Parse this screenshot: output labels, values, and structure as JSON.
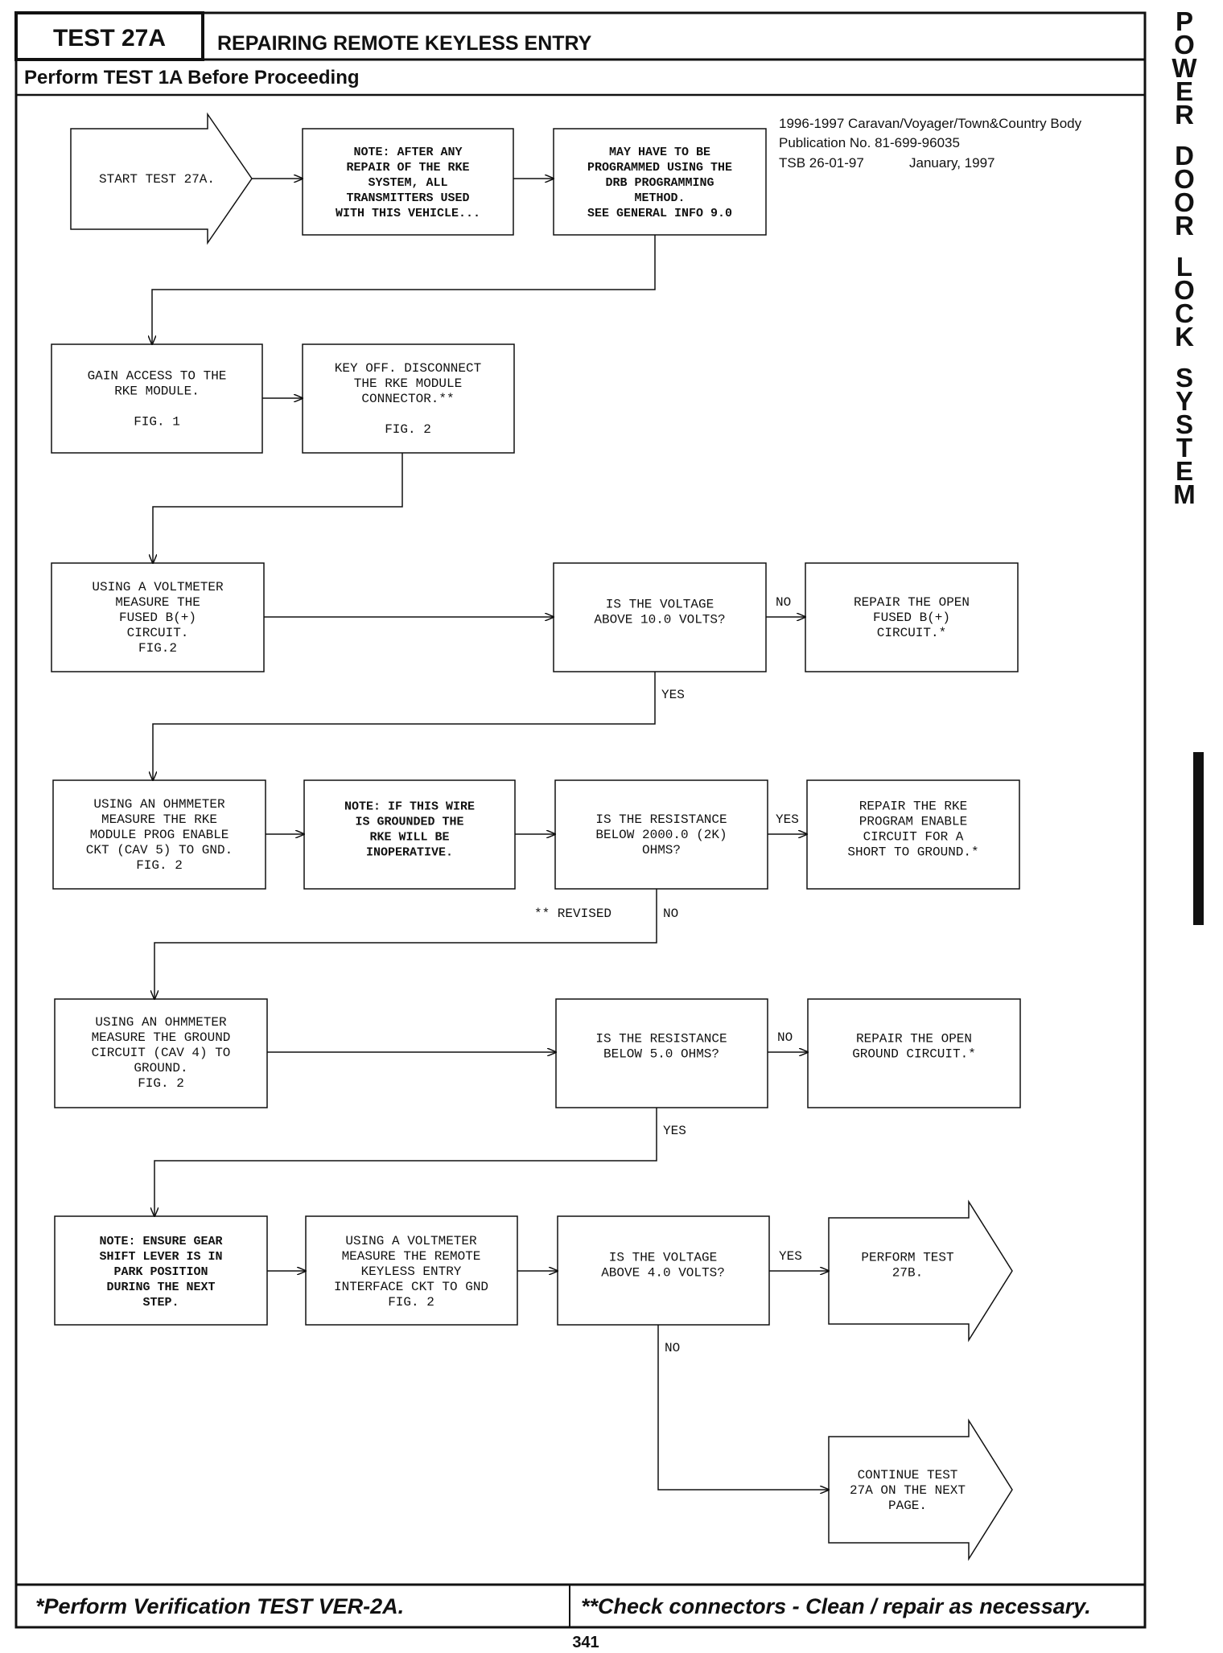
{
  "header": {
    "test_id": "TEST 27A",
    "title": "REPAIRING REMOTE KEYLESS ENTRY",
    "subtitle": "Perform TEST 1A Before Proceeding"
  },
  "publication": {
    "line1": "1996-1997 Caravan/Voyager/Town&Country Body",
    "line2": "Publication No. 81-699-96035",
    "line3_tsb": "TSB 26-01-97",
    "line3_date": "January, 1997"
  },
  "side_title": "POWER DOOR LOCK SYSTEM",
  "nodes": {
    "start": [
      "START TEST 27A."
    ],
    "note_repair": [
      "NOTE: AFTER ANY",
      "REPAIR OF THE RKE",
      "SYSTEM, ALL",
      "TRANSMITTERS USED",
      "WITH THIS VEHICLE..."
    ],
    "may_program": [
      "MAY HAVE TO BE",
      "PROGRAMMED USING THE",
      "DRB PROGRAMMING",
      "METHOD.",
      "SEE GENERAL INFO 9.0"
    ],
    "gain_access": [
      "GAIN ACCESS TO THE",
      "RKE MODULE.",
      "",
      "FIG. 1"
    ],
    "key_off": [
      "KEY OFF. DISCONNECT",
      "THE RKE MODULE",
      "CONNECTOR.**",
      "",
      "FIG. 2"
    ],
    "voltmeter_b": [
      "USING A VOLTMETER",
      "MEASURE THE",
      "FUSED B(+)",
      "CIRCUIT.",
      "FIG.2"
    ],
    "q_voltage_10": [
      "IS THE VOLTAGE",
      "ABOVE 10.0 VOLTS?"
    ],
    "repair_b": [
      "REPAIR THE OPEN",
      "FUSED B(+)",
      "CIRCUIT.*"
    ],
    "ohm_prog": [
      "USING AN OHMMETER",
      "MEASURE THE RKE",
      "MODULE PROG ENABLE",
      "CKT (CAV 5) TO GND.",
      "FIG. 2"
    ],
    "note_wire": [
      "NOTE: IF THIS WIRE",
      "IS GROUNDED THE",
      "RKE WILL BE",
      "INOPERATIVE."
    ],
    "q_res_2000": [
      "IS THE RESISTANCE",
      "BELOW 2000.0 (2K)",
      "OHMS?"
    ],
    "repair_prog": [
      "REPAIR THE RKE",
      "PROGRAM ENABLE",
      "CIRCUIT FOR A",
      "SHORT TO GROUND.*"
    ],
    "ohm_ground": [
      "USING AN OHMMETER",
      "MEASURE THE GROUND",
      "CIRCUIT (CAV 4) TO",
      "GROUND.",
      "FIG. 2"
    ],
    "q_res_5": [
      "IS THE RESISTANCE",
      "BELOW 5.0 OHMS?"
    ],
    "repair_ground": [
      "REPAIR THE OPEN",
      "GROUND CIRCUIT.*"
    ],
    "note_gear": [
      "NOTE: ENSURE GEAR",
      "SHIFT LEVER IS IN",
      "PARK POSITION",
      "DURING THE NEXT",
      "STEP."
    ],
    "voltmeter_rke": [
      "USING A VOLTMETER",
      "MEASURE THE REMOTE",
      "KEYLESS ENTRY",
      "INTERFACE CKT TO GND",
      "FIG. 2"
    ],
    "q_voltage_4": [
      "IS THE VOLTAGE",
      "ABOVE 4.0 VOLTS?"
    ],
    "perform_27b": [
      "PERFORM TEST",
      "27B."
    ],
    "continue": [
      "CONTINUE TEST",
      "27A ON THE NEXT",
      "PAGE."
    ]
  },
  "edge_labels": {
    "no1": "NO",
    "yes1": "YES",
    "yes2": "YES",
    "no2": "NO",
    "revised": "** REVISED",
    "no3": "NO",
    "yes3": "YES",
    "yes4": "YES",
    "no4": "NO"
  },
  "footer": {
    "left": "*Perform Verification TEST VER-2A.",
    "right": "**Check connectors - Clean / repair as necessary."
  },
  "page_number": "341"
}
